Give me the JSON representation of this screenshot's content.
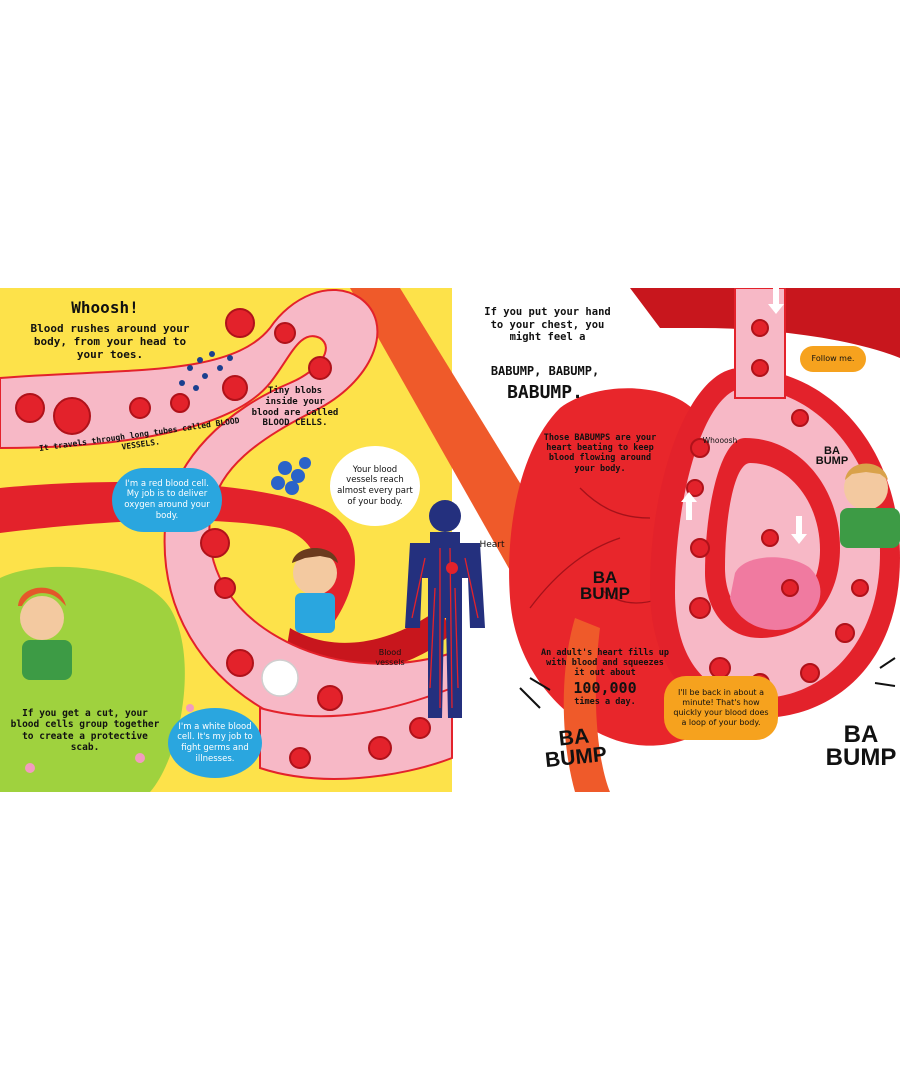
{
  "left_page": {
    "heading": "Whoosh!",
    "intro": "Blood rushes around your body, from your head to your toes.",
    "vessel_caption": "It travels through long tubes called BLOOD VESSELS.",
    "cells_caption": "Tiny blobs inside your blood are called BLOOD CELLS.",
    "red_cell_bubble": "I'm a red blood cell. My job is to deliver oxygen around your body.",
    "vessels_reach_bubble": "Your blood vessels reach almost every part of your body.",
    "heart_label": "Heart",
    "vessels_label": "Blood vessels",
    "scab_text": "If you get a cut, your blood cells group together to create a protective scab.",
    "white_cell_bubble": "I'm a white blood cell. It's my job to fight germs and illnesses."
  },
  "right_page": {
    "chest_text": "If you put your hand to your chest, you might feel a",
    "babump_small": "BABUMP, BABUMP,",
    "babump_big": "BABUMP.",
    "heartbeat_text": "Those BABUMPS are your heart beating to keep blood flowing around your body.",
    "ba": "BA",
    "bump": "BUMP",
    "heart_fact_before": "An adult's heart fills up with blood and squeezes it out about",
    "heart_fact_number": "100,000",
    "heart_fact_after": "times a day.",
    "follow_me": "Follow me.",
    "whoosh_small": "Whooosh",
    "back_bubble": "I'll be back in about a minute! That's how quickly your blood does a loop of your body."
  },
  "colors": {
    "yellow_bg": "#fde24a",
    "vessel_pink": "#f7b8c6",
    "blood_red": "#e3222b",
    "heart_red": "#e8262b",
    "orange_vessel": "#ef5a2a",
    "green_grass": "#9fd23e",
    "bubble_blue": "#2aa6df",
    "bubble_orange": "#f6a21e"
  }
}
